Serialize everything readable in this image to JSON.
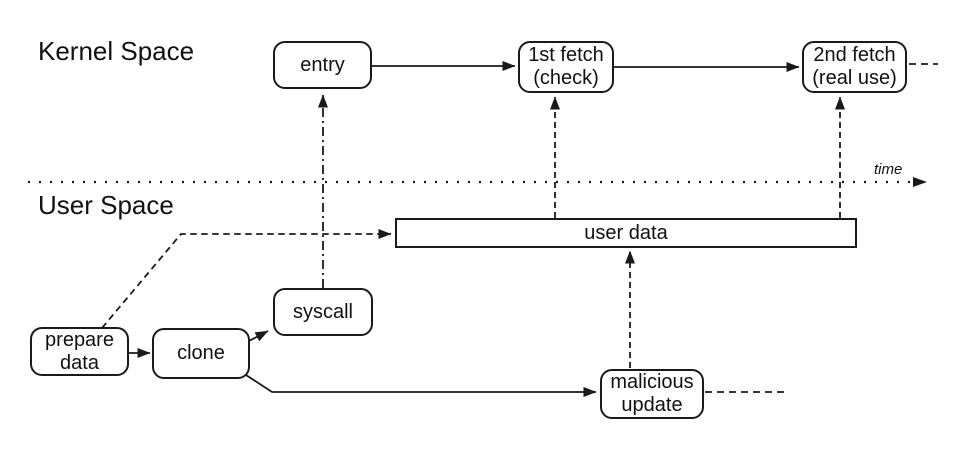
{
  "labels": {
    "kernel_space": "Kernel Space",
    "user_space": "User Space",
    "time": "time"
  },
  "nodes": {
    "entry": {
      "label": "entry"
    },
    "first_fetch": {
      "line1": "1st fetch",
      "line2": "(check)"
    },
    "second_fetch": {
      "line1": "2nd fetch",
      "line2": "(real use)"
    },
    "user_data": {
      "label": "user data"
    },
    "prepare_data": {
      "line1": "prepare",
      "line2": "data"
    },
    "clone": {
      "label": "clone"
    },
    "syscall": {
      "label": "syscall"
    },
    "malicious_update": {
      "line1": "malicious",
      "line2": "update"
    }
  },
  "edges": [
    {
      "from": "entry",
      "to": "first_fetch",
      "style": "solid-arrow"
    },
    {
      "from": "first_fetch",
      "to": "second_fetch",
      "style": "solid-arrow"
    },
    {
      "from": "second_fetch",
      "to": "offscreen-right",
      "style": "dashed"
    },
    {
      "from": "user_data",
      "to": "first_fetch",
      "style": "dashed-arrow"
    },
    {
      "from": "user_data",
      "to": "second_fetch",
      "style": "dashed-arrow"
    },
    {
      "from": "syscall",
      "to": "entry",
      "style": "dash-dot-arrow"
    },
    {
      "from": "prepare_data",
      "to": "user_data",
      "style": "dashed-arrow"
    },
    {
      "from": "prepare_data",
      "to": "clone",
      "style": "solid-arrow"
    },
    {
      "from": "clone",
      "to": "syscall",
      "style": "solid-arrow"
    },
    {
      "from": "clone",
      "to": "malicious_update",
      "style": "solid-arrow"
    },
    {
      "from": "malicious_update",
      "to": "user_data",
      "style": "dashed-arrow"
    },
    {
      "from": "malicious_update",
      "to": "offscreen-right",
      "style": "dashed"
    },
    {
      "name": "time-axis",
      "style": "dotted-arrow"
    }
  ],
  "colors": {
    "stroke": "#1a1a1a",
    "node_fill": "#ffffff",
    "background": "#ffffff"
  }
}
